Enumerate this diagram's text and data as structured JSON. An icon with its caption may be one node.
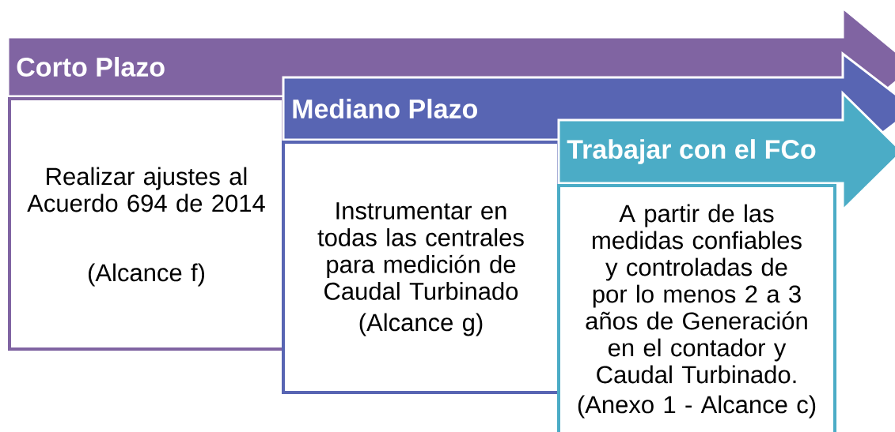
{
  "diagram": {
    "nodes": [
      {
        "text": [
          "Corto Plazo"
        ]
      },
      {
        "text": [
          "Realizar ajustes al Acuerdo 694 de 2014",
          "(Alcance f)"
        ]
      },
      {
        "text": [
          "Mediano Plazo"
        ]
      },
      {
        "text": [
          "Instrumentar en todas las centrales para medición de Caudal Turbinado",
          "(Alcance g)"
        ]
      },
      {
        "text": [
          "Trabajar con el FCo"
        ]
      },
      {
        "text": [
          "A partir de las medidas confiables y controladas de por lo menos 2 a 3 años de Generación en el contador y Caudal Turbinado.",
          "(Anexo 1 - Alcance c)"
        ]
      }
    ]
  }
}
